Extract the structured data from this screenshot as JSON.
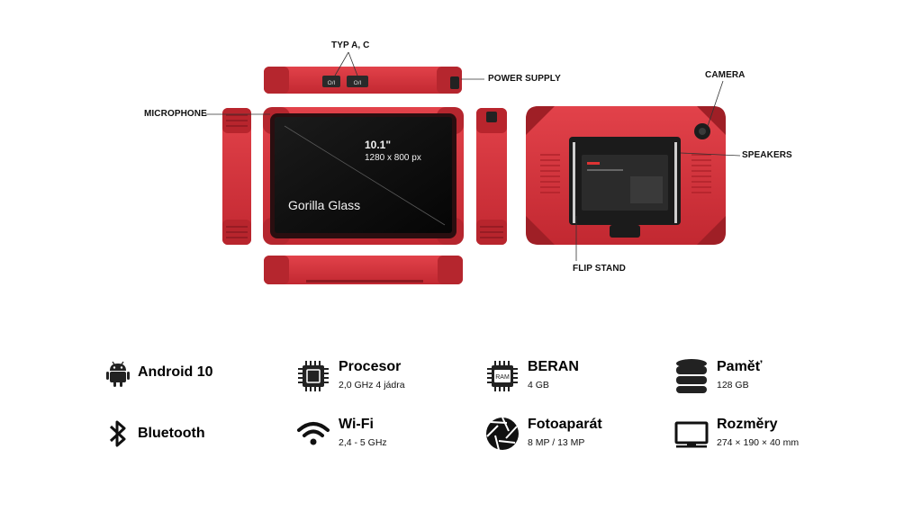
{
  "callouts": {
    "typ": "TYP A, C",
    "power": "POWER SUPPLY",
    "camera": "CAMERA",
    "microphone": "MICROPHONE",
    "speakers": "SPEAKERS",
    "flip_stand": "FLIP STAND"
  },
  "screen": {
    "size": "10.1\"",
    "resolution": "1280 x 800 px",
    "glass": "Gorilla Glass"
  },
  "port_labels": [
    "O/I",
    "O/I"
  ],
  "colors": {
    "body_red": "#d8323a",
    "dark_red": "#a8222a",
    "screen": "#111111"
  },
  "specs": [
    {
      "icon": "android-icon",
      "title": "Android 10",
      "sub": ""
    },
    {
      "icon": "cpu-icon",
      "title": "Procesor",
      "sub": "2,0 GHz 4 jádra"
    },
    {
      "icon": "ram-icon",
      "title": "BERAN",
      "sub": "4 GB",
      "chip_label": "RAM"
    },
    {
      "icon": "storage-icon",
      "title": "Paměť",
      "sub": "128 GB"
    },
    {
      "icon": "bluetooth-icon",
      "title": "Bluetooth",
      "sub": ""
    },
    {
      "icon": "wifi-icon",
      "title": "Wi-Fi",
      "sub": "2,4 - 5 GHz"
    },
    {
      "icon": "camera-aperture-icon",
      "title": "Fotoaparát",
      "sub": "8 MP / 13 MP"
    },
    {
      "icon": "monitor-icon",
      "title": "Rozměry",
      "sub": "274 × 190 × 40 mm"
    }
  ]
}
